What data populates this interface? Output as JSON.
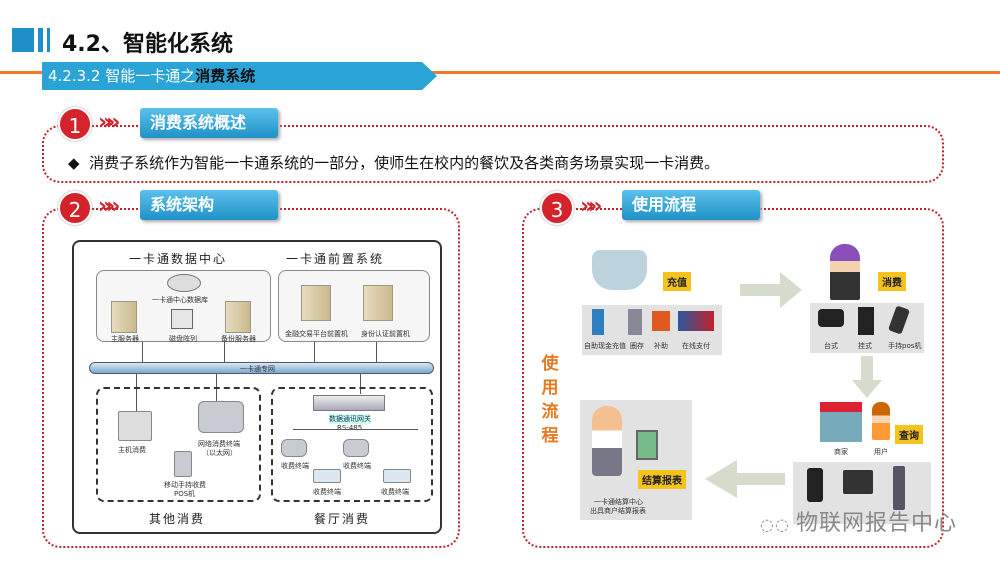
{
  "header": {
    "title": "4.2、智能化系统",
    "subtitle_prefix": "4.2.3.2 智能一卡通之",
    "subtitle_bold": "消费系统"
  },
  "sections": [
    {
      "number": "1",
      "label": "消费系统概述",
      "bullet": "◆",
      "text": "消费子系统作为智能一卡通系统的一部分，使师生在校内的餐饮及各类商务场景实现一卡消费。"
    },
    {
      "number": "2",
      "label": "系统架构"
    },
    {
      "number": "3",
      "label": "使用流程"
    }
  ],
  "architecture": {
    "data_center": "一卡通数据中心",
    "front_system": "一卡通前置系统",
    "db": "一卡通中心数据库",
    "main_server": "主服务器",
    "disk_array": "磁盘阵列",
    "backup_server": "备份服务器",
    "finance_front": "金融交易平台前置机",
    "auth_front": "身份认证前置机",
    "network": "一卡通专网",
    "host_pay": "主机消费",
    "net_terminal": "网络消费终端",
    "net_terminal_sub": "（以太网）",
    "mobile_pos": "移动手持收费",
    "mobile_pos_sub": "POS机",
    "gateway": "数据通讯网关",
    "rs485": "RS-485",
    "terminal": "收费终端",
    "other": "其他消费",
    "canteen": "餐厅消费"
  },
  "flow": {
    "vertical_label": "使用流程",
    "recharge": "充值",
    "recharge_items": [
      "自助现金充值",
      "圈存",
      "补助",
      "在线支付"
    ],
    "consume": "消费",
    "consume_items": [
      "台式",
      "挂式",
      "手持pos机"
    ],
    "query": "查询",
    "query_items": [
      "商家",
      "用户"
    ],
    "report": "结算报表",
    "report_desc1": "一卡通结算中心",
    "report_desc2": "出具商户结算报表"
  },
  "watermark": "物联网报告中心"
}
